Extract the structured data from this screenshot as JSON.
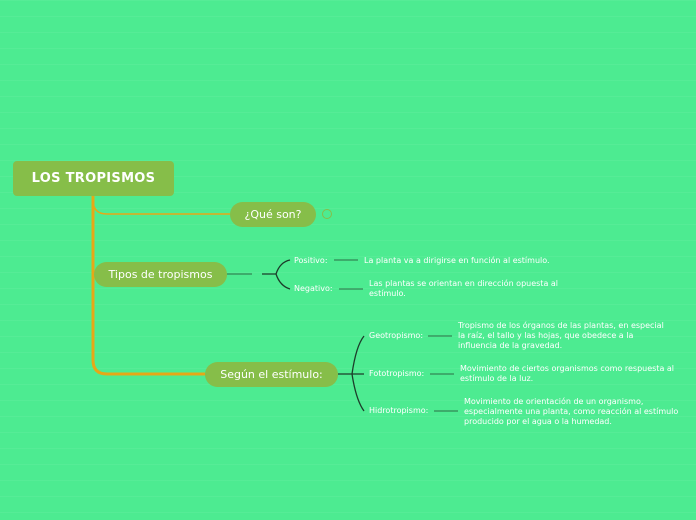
{
  "root": {
    "label": "LOS TROPISMOS"
  },
  "branches": {
    "que_son": {
      "label": "¿Qué son?"
    },
    "tipos": {
      "label": "Tipos de tropismos",
      "children": [
        {
          "label": "Positivo:",
          "text": "La planta va a dirigirse en función al estímulo."
        },
        {
          "label": "Negativo:",
          "text": "Las plantas se orientan en dirección opuesta al estímulo."
        }
      ]
    },
    "segun": {
      "label": "Según el estímulo:",
      "children": [
        {
          "label": "Geotropismo:",
          "text": "Tropismo de los órganos de las plantas, en especial la raíz, el tallo y las hojas, que obedece a la influencia de la gravedad."
        },
        {
          "label": "Fototropismo:",
          "text": "Movimiento de ciertos organismos como respuesta al estímulo de la luz."
        },
        {
          "label": "Hidrotropismo:",
          "text": "Movimiento de orientación de un organismo, especialmente una planta, como reacción al estímulo producido por el agua o la humedad."
        }
      ]
    }
  },
  "colors": {
    "background": "#4deb91",
    "node": "#86be49",
    "trunk": "#e6a817",
    "connector": "#2c6e45"
  }
}
